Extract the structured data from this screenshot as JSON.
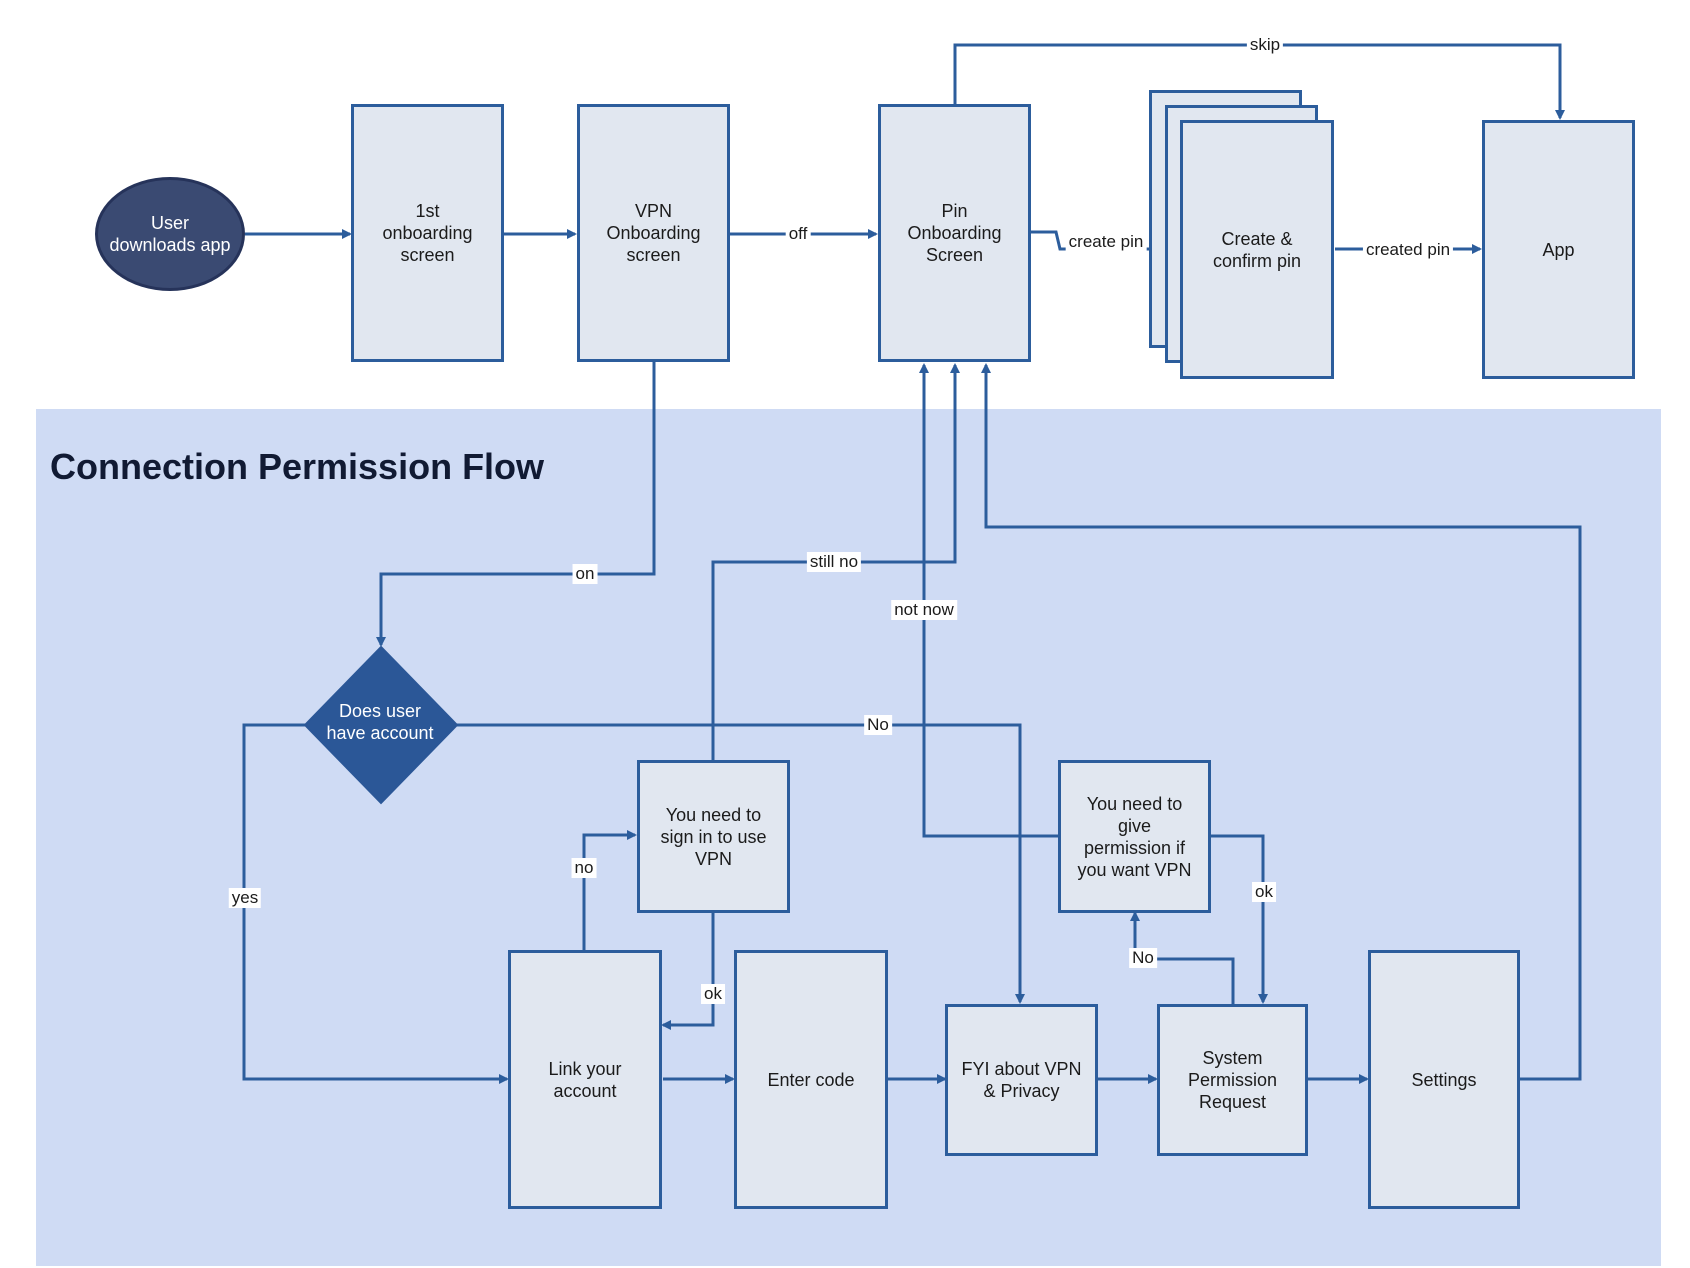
{
  "diagram": {
    "region_title": "Connection Permission Flow",
    "colors": {
      "node_fill": "#e1e7f0",
      "node_border": "#2c5d9c",
      "region_fill": "#cfdbf4",
      "start_fill": "#3a4a72",
      "decision_fill": "#2b5797",
      "edge": "#2c5d9c"
    },
    "nodes": {
      "start": "User\ndownloads app",
      "first_onboarding": "1st\nonboarding\nscreen",
      "vpn_onboarding": "VPN\nOnboarding\nscreen",
      "pin_onboarding": "Pin\nOnboarding\nScreen",
      "create_confirm_pin": "Create &\nconfirm pin",
      "app": "App",
      "has_account": "Does user\nhave account",
      "sign_in_needed": "You need to\nsign in to use\nVPN",
      "permission_needed": "You need to\ngive\npermission if\nyou want VPN",
      "link_account": "Link your\naccount",
      "enter_code": "Enter code",
      "fyi_vpn_privacy": "FYI about VPN\n& Privacy",
      "system_permission": "System\nPermission\nRequest",
      "settings": "Settings"
    },
    "edge_labels": {
      "skip": "skip",
      "off": "off",
      "create_pin": "create pin",
      "created_pin": "created pin",
      "on": "on",
      "still_no": "still no",
      "not_now": "not now",
      "no_account": "No",
      "yes": "yes",
      "no_sign_in": "no",
      "ok_sign_in": "ok",
      "ok_permission": "ok",
      "no_permission": "No"
    }
  }
}
